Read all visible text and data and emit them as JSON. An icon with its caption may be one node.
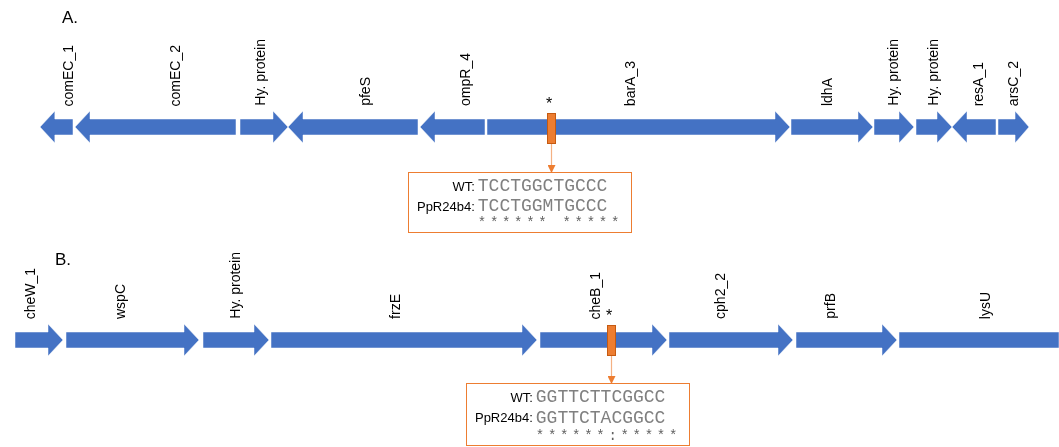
{
  "diagram": {
    "nodes": [
      {
        "text": [
          "comEC_1"
        ]
      },
      {
        "text": [
          "comEC_2"
        ]
      },
      {
        "text": [
          "Hy. protein"
        ]
      },
      {
        "text": [
          "pfeS"
        ]
      },
      {
        "text": [
          "ompR_4"
        ]
      },
      {
        "text": [
          "barA_3"
        ]
      },
      {
        "text": [
          "ldhA"
        ]
      },
      {
        "text": [
          "Hy. protein"
        ]
      },
      {
        "text": [
          "Hy. protein"
        ]
      },
      {
        "text": [
          "resA_1"
        ]
      },
      {
        "text": [
          "arsC_2"
        ]
      },
      {
        "text": [],
        "shape": "bar",
        "in": 5,
        "beside": [
          "*"
        ]
      },
      {
        "text": [
          "WT:",
          "TCCTGGCTGCCC",
          "PpR24b4:",
          "TCCTGGMTGCCC",
          "****** *****"
        ]
      },
      {
        "text": [
          "cheW_1"
        ]
      },
      {
        "text": [
          "wspC"
        ]
      },
      {
        "text": [
          "Hy. protein"
        ]
      },
      {
        "text": [
          "frzE"
        ]
      },
      {
        "text": [
          "cheB_1"
        ]
      },
      {
        "text": [
          "cph2_2"
        ]
      },
      {
        "text": [
          "prfB"
        ]
      },
      {
        "text": [
          "lysU"
        ]
      },
      {
        "text": [],
        "shape": "bar",
        "in": 17,
        "beside": [
          "*"
        ]
      },
      {
        "text": [
          "WT:",
          "GGTTCTTCGGCC",
          "PpR24b4:",
          "GGTTCTACGGCC",
          "******:*****"
        ]
      }
    ],
    "edges": [
      {
        "from": 11,
        "to": 12,
        "arrow": "to"
      },
      {
        "from": 21,
        "to": 22,
        "arrow": "to"
      }
    ],
    "labels": [
      "A.",
      "B."
    ]
  }
}
